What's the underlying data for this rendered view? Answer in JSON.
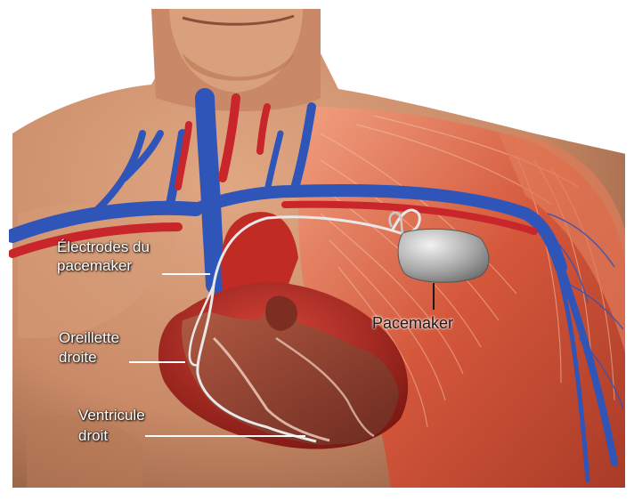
{
  "labels": {
    "electrodes_line1": "Électrodes du",
    "electrodes_line2": "pacemaker",
    "atrium_line1": "Oreillette",
    "atrium_line2": "droite",
    "ventricle_line1": "Ventricule",
    "ventricle_line2": "droit",
    "pacemaker": "Pacemaker"
  },
  "colors": {
    "skin": "#c98a67",
    "muscle": "#d4573b",
    "vein": "#2f55b8",
    "artery": "#c8262a",
    "heart": "#a5261d",
    "heart_interior": "#8b3a2e",
    "device": "#a9a9a9",
    "label_text": "#ffffff",
    "pointer_line": "#ffffff"
  }
}
